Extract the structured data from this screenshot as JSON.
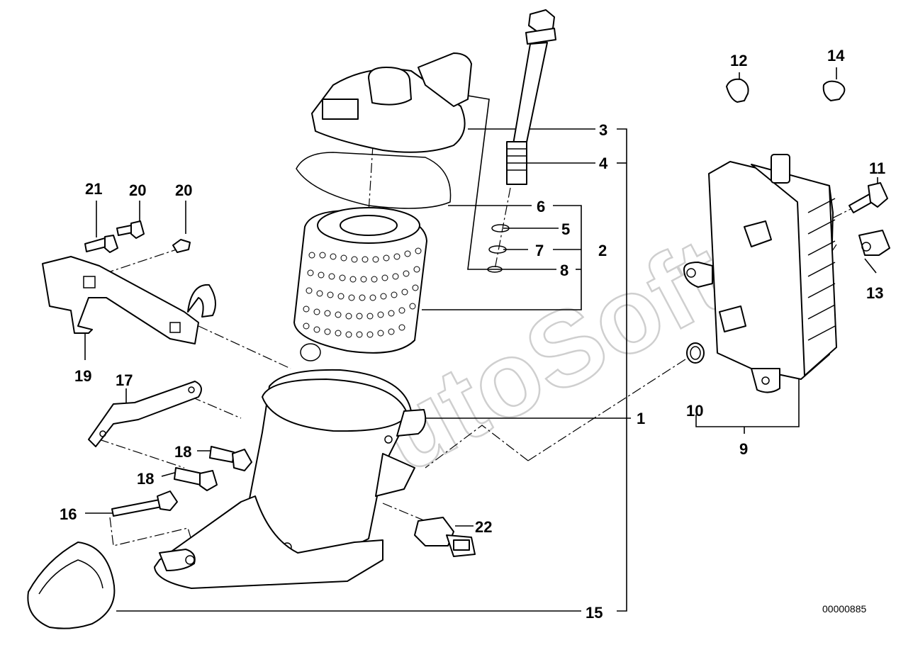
{
  "callouts": [
    "1",
    "2",
    "3",
    "4",
    "5",
    "6",
    "7",
    "8",
    "9",
    "10",
    "11",
    "12",
    "13",
    "14",
    "15",
    "16",
    "17",
    "18",
    "18",
    "19",
    "20",
    "20",
    "21",
    "22"
  ],
  "diagram_code": "00000885",
  "watermark": "AutoSoft"
}
